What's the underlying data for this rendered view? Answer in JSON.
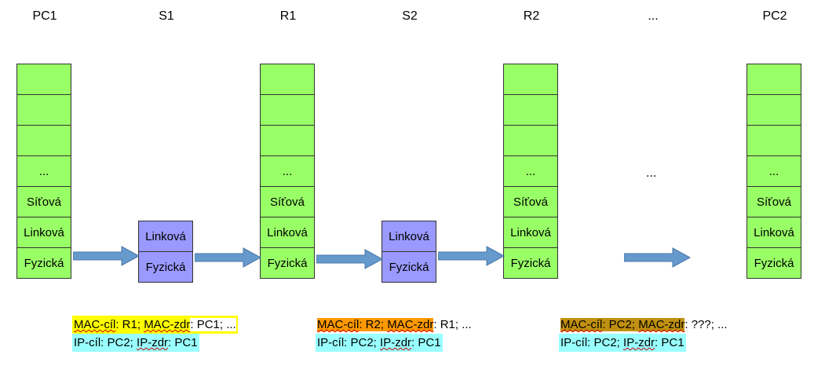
{
  "devices": [
    {
      "id": "pc1",
      "label": "PC1"
    },
    {
      "id": "s1",
      "label": "S1"
    },
    {
      "id": "r1",
      "label": "R1"
    },
    {
      "id": "s2",
      "label": "S2"
    },
    {
      "id": "r2",
      "label": "R2"
    },
    {
      "id": "gap",
      "label": "..."
    },
    {
      "id": "pc2",
      "label": "PC2"
    }
  ],
  "layers": {
    "empty": "",
    "dots": "...",
    "network": "Síťová",
    "link": "Linková",
    "physical": "Fyzická"
  },
  "gap_dots": "...",
  "annotations": [
    {
      "mac_prefix": "MAC-cíl",
      "mac_mid": ": R1; ",
      "mac_src": "MAC-zdr",
      "mac_rest": ": PC1; ...",
      "ip_prefix": "IP-cíl",
      "ip_mid": ": PC2; ",
      "ip_src": "IP-zdr",
      "ip_rest": ": PC1",
      "mac_color": "#ffff00",
      "ip_color": "#99ffff"
    },
    {
      "mac_prefix": "MAC-cíl",
      "mac_mid": ": R2; ",
      "mac_src": "MAC-zdr",
      "mac_rest": ": R1; ...",
      "ip_prefix": "IP-cíl",
      "ip_mid": ": PC2; ",
      "ip_src": "IP-zdr",
      "ip_rest": ": PC1",
      "mac_color": "#ff9900",
      "ip_color": "#99ffff"
    },
    {
      "mac_prefix": "MAC-cíl",
      "mac_mid": ": PC2; ",
      "mac_src": "MAC-zdr",
      "mac_rest": ": ???; ...",
      "ip_prefix": "IP-cíl",
      "ip_mid": ": PC2; ",
      "ip_src": "IP-zdr",
      "ip_rest": ": PC1",
      "mac_color": "#c09010",
      "ip_color": "#99ffff"
    }
  ],
  "colors": {
    "host_layer": "#99ff66",
    "switch_layer": "#9999ff",
    "arrow": "#6699cc",
    "ip_highlight": "#99ffff"
  }
}
